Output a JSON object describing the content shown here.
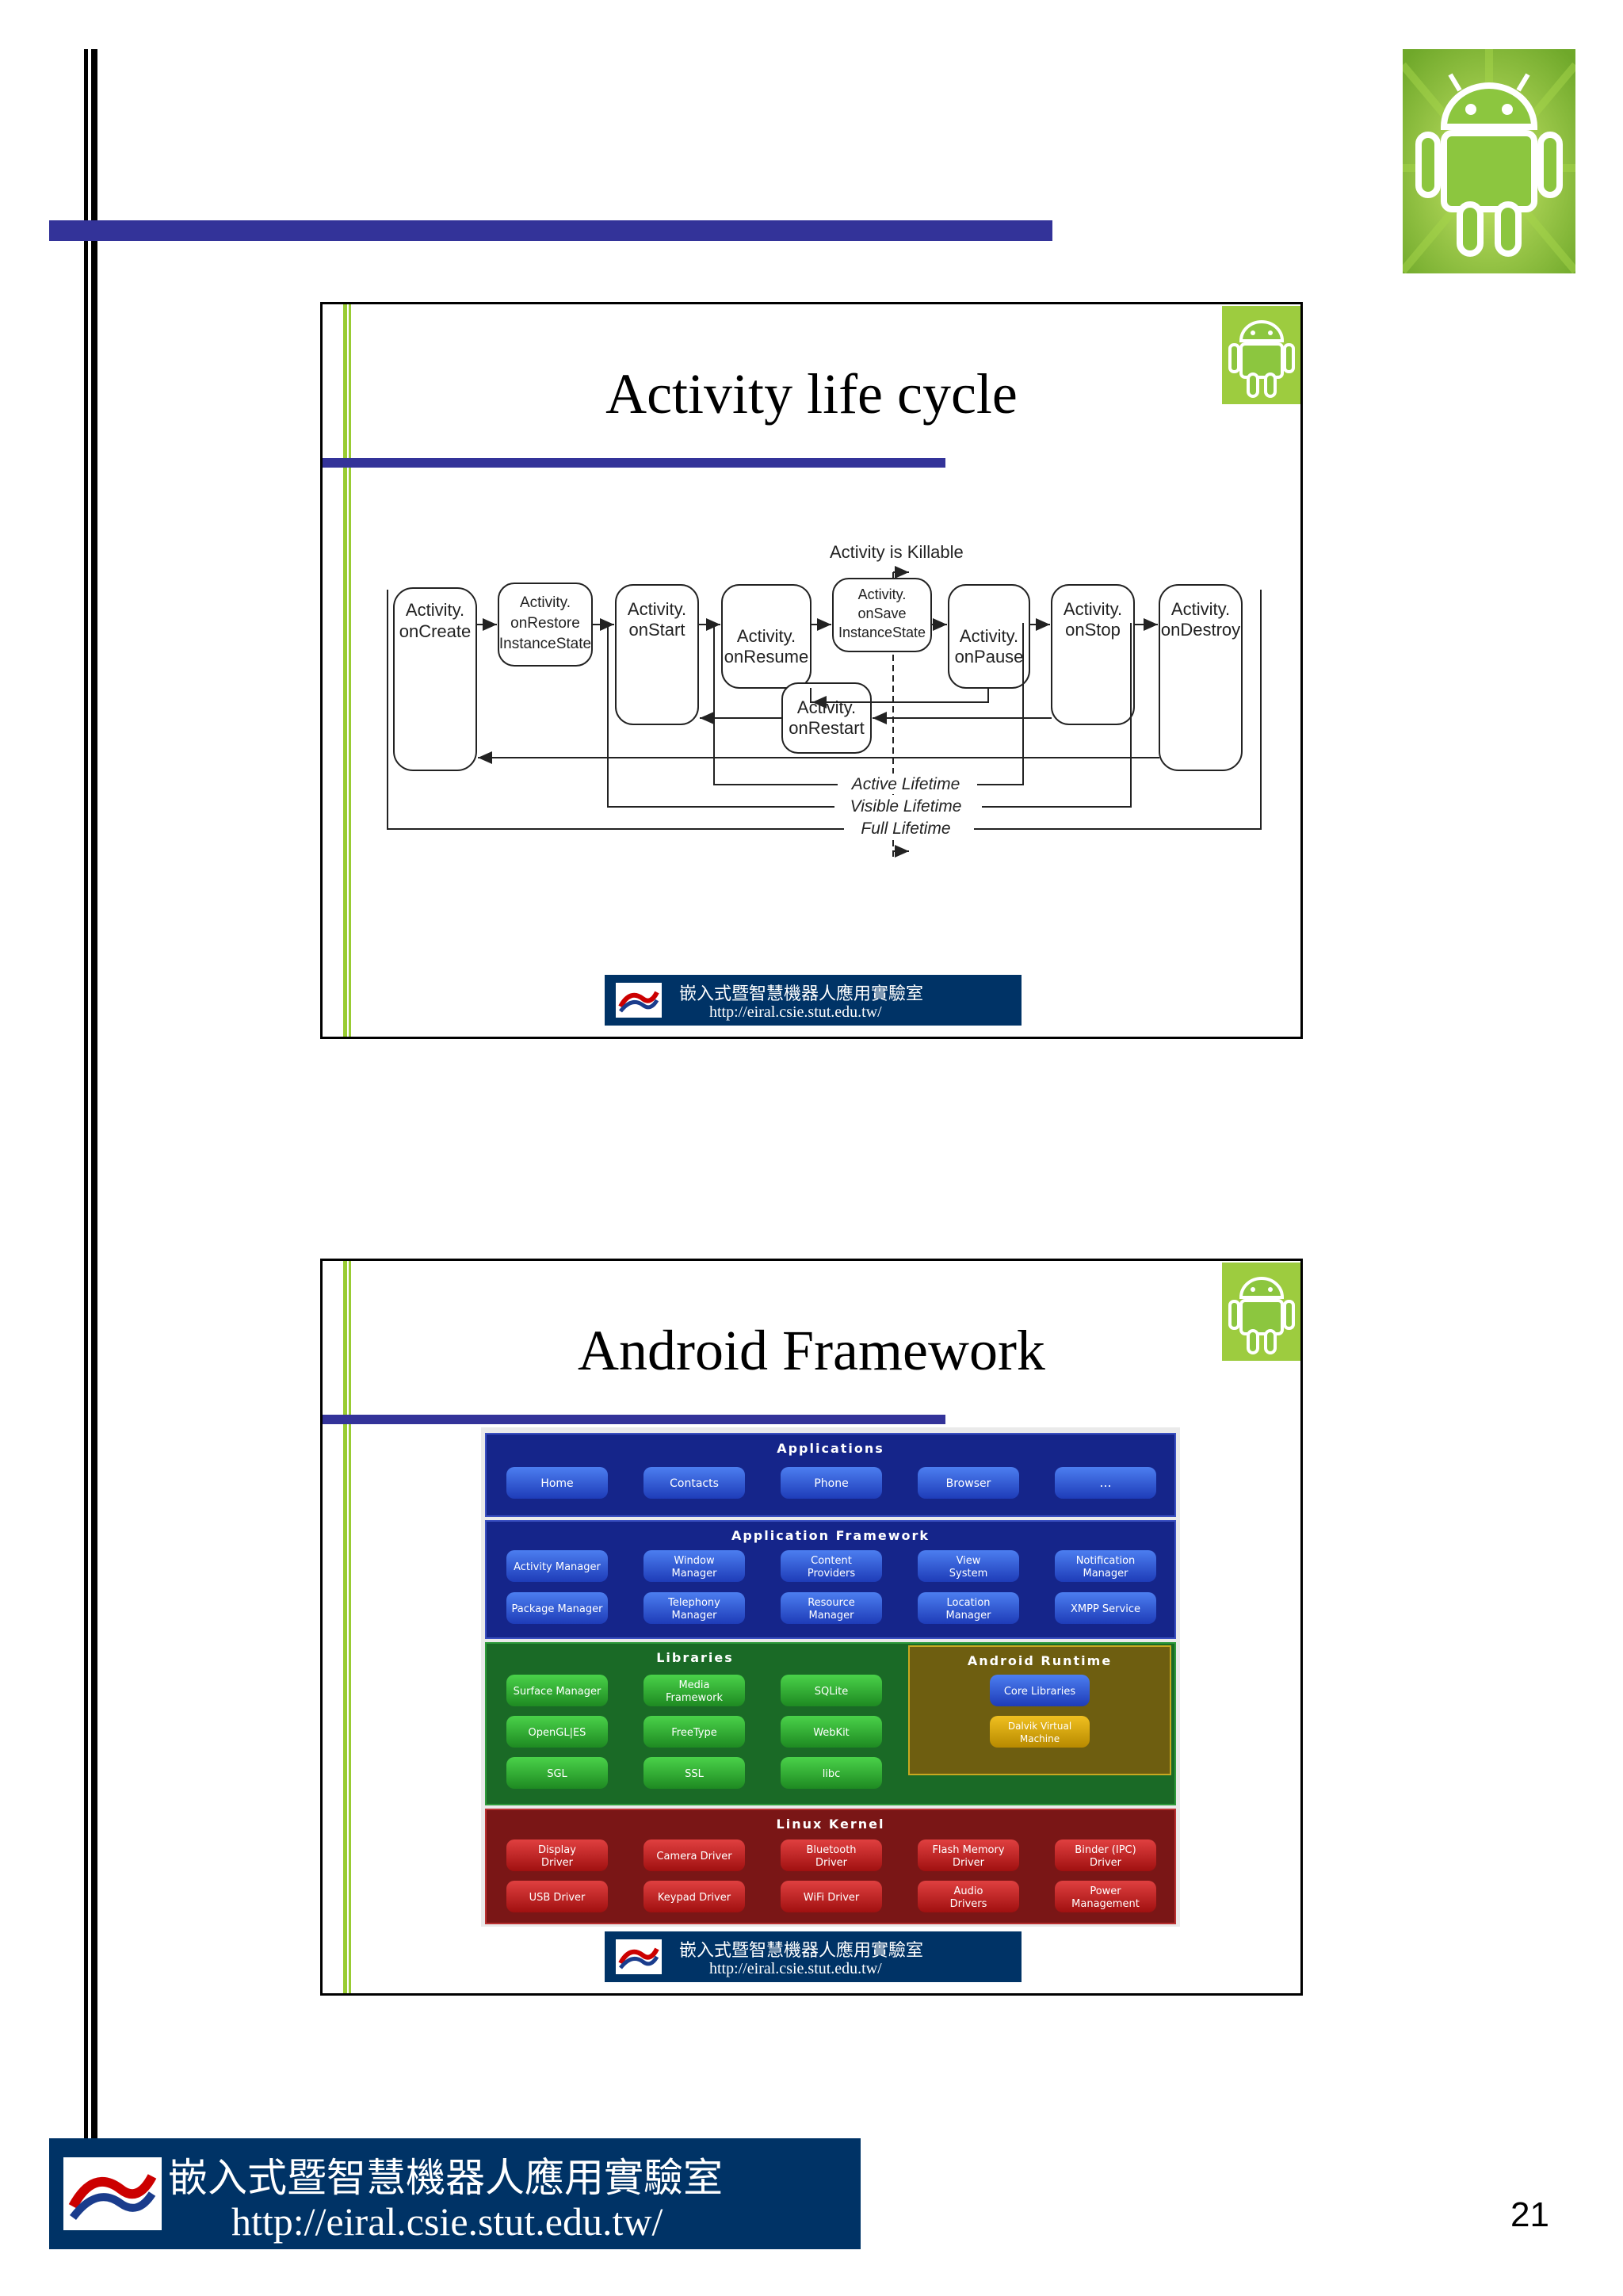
{
  "page": {
    "number": "21",
    "lab_name": "嵌入式暨智慧機器人應用實驗室",
    "lab_url": "http://eiral.csie.stut.edu.tw/"
  },
  "slides": [
    {
      "title": "Activity life cycle",
      "footer": {
        "lab_name": "嵌入式暨智慧機器人應用實驗室",
        "lab_url": "http://eiral.csie.stut.edu.tw/"
      },
      "diagram": {
        "killable_label": "Activity is Killable",
        "nodes": {
          "onCreate": [
            "Activity.",
            "onCreate"
          ],
          "onRestore": [
            "Activity.",
            "onRestore",
            "InstanceState"
          ],
          "onStart": [
            "Activity.",
            "onStart"
          ],
          "onResume": [
            "Activity.",
            "onResume"
          ],
          "onSave": [
            "Activity.",
            "onSave",
            "InstanceState"
          ],
          "onPause": [
            "Activity.",
            "onPause"
          ],
          "onStop": [
            "Activity.",
            "onStop"
          ],
          "onDestroy": [
            "Activity.",
            "onDestroy"
          ],
          "onRestart": [
            "Activity.",
            "onRestart"
          ]
        },
        "lifetimes": {
          "active": "Active Lifetime",
          "visible": "Visible Lifetime",
          "full": "Full Lifetime"
        }
      }
    },
    {
      "title": "Android Framework",
      "footer": {
        "lab_name": "嵌入式暨智慧機器人應用實驗室",
        "lab_url": "http://eiral.csie.stut.edu.tw/"
      },
      "framework": {
        "applications": {
          "header": "Applications",
          "items": [
            "Home",
            "Contacts",
            "Phone",
            "Browser",
            "..."
          ]
        },
        "app_framework": {
          "header": "Application Framework",
          "row1": [
            [
              "Activity Manager"
            ],
            [
              "Window",
              "Manager"
            ],
            [
              "Content",
              "Providers"
            ],
            [
              "View",
              "System"
            ],
            [
              "Notification",
              "Manager"
            ]
          ],
          "row2": [
            [
              "Package Manager"
            ],
            [
              "Telephony",
              "Manager"
            ],
            [
              "Resource",
              "Manager"
            ],
            [
              "Location",
              "Manager"
            ],
            [
              "XMPP Service"
            ]
          ]
        },
        "libraries": {
          "header": "Libraries",
          "rows": [
            [
              [
                "Surface Manager"
              ],
              [
                "Media",
                "Framework"
              ],
              [
                "SQLite"
              ]
            ],
            [
              [
                "OpenGL|ES"
              ],
              [
                "FreeType"
              ],
              [
                "WebKit"
              ]
            ],
            [
              [
                "SGL"
              ],
              [
                "SSL"
              ],
              [
                "libc"
              ]
            ]
          ]
        },
        "runtime": {
          "header": "Android Runtime",
          "items": [
            [
              "Core Libraries"
            ],
            [
              "Dalvik Virtual",
              "Machine"
            ]
          ]
        },
        "kernel": {
          "header": "Linux Kernel",
          "row1": [
            [
              "Display",
              "Driver"
            ],
            [
              "Camera Driver"
            ],
            [
              "Bluetooth",
              "Driver"
            ],
            [
              "Flash Memory",
              "Driver"
            ],
            [
              "Binder (IPC)",
              "Driver"
            ]
          ],
          "row2": [
            [
              "USB Driver"
            ],
            [
              "Keypad Driver"
            ],
            [
              "WiFi Driver"
            ],
            [
              "Audio",
              "Drivers"
            ],
            [
              "Power",
              "Management"
            ]
          ]
        }
      }
    }
  ],
  "colors": {
    "accent_blue": "#333399",
    "android_green": "#8cc63f",
    "lab_badge": "#003366",
    "fw_blue": "#1a2e8c",
    "fw_green": "#1f6e2a",
    "fw_gold": "#7a6a10",
    "fw_red": "#7a1a1a"
  },
  "icons": [
    "android-logo-icon",
    "lab-logo-icon"
  ]
}
